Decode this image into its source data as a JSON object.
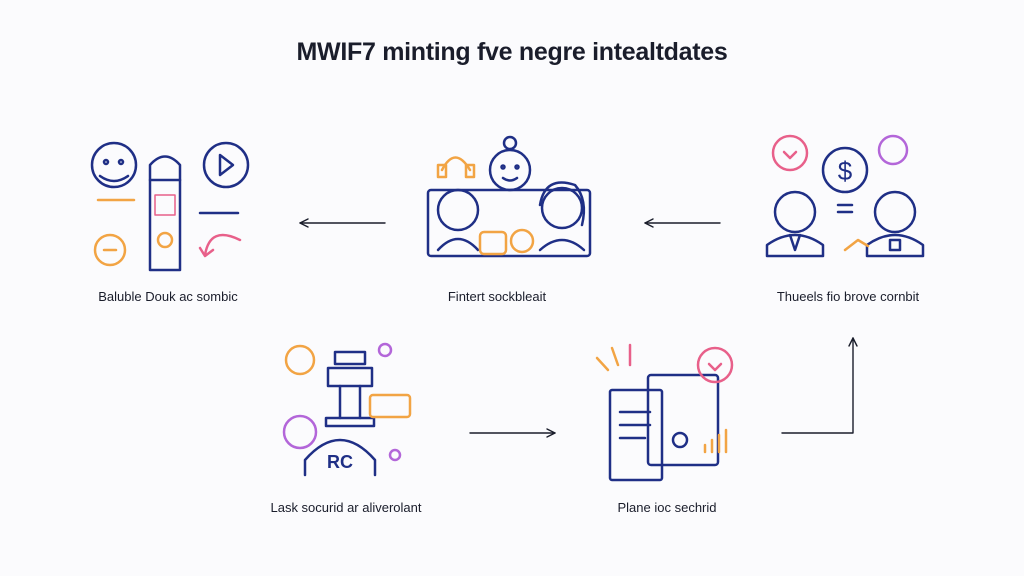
{
  "title": "MWIF7 minting fve negre intealtdates",
  "nodes": [
    {
      "id": "top-left",
      "label": "Baluble Douk ac sombic"
    },
    {
      "id": "top-middle",
      "label": "Fintert sockbleait"
    },
    {
      "id": "top-right",
      "label": "Thueels fio brove cornbit"
    },
    {
      "id": "bottom-left",
      "label": "Lask socurid ar aliverolant"
    },
    {
      "id": "bottom-right",
      "label": "Plane ioc sechrid"
    }
  ],
  "icon_text": {
    "dollar": "$",
    "rc": "RC"
  },
  "colors": {
    "navy": "#1f2f86",
    "orange": "#f2a444",
    "purple": "#b366d9",
    "pink": "#e8608a",
    "text": "#1a1d2b"
  }
}
